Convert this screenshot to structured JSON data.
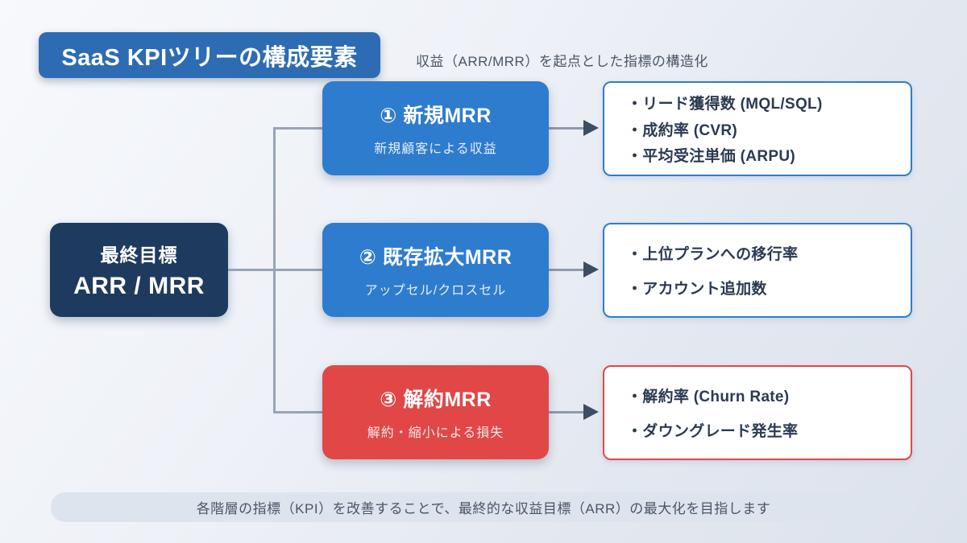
{
  "header": {
    "title": "SaaS KPIツリーの構成要素",
    "subtitle": "収益（ARR/MRR）を起点とした指標の構造化"
  },
  "goal": {
    "label": "最終目標",
    "value": "ARR / MRR"
  },
  "branches": [
    {
      "title": "① 新規MRR",
      "subtitle": "新規顧客による収益",
      "metrics": [
        "・リード獲得数 (MQL/SQL)",
        "・成約率 (CVR)",
        "・平均受注単価 (ARPU)"
      ]
    },
    {
      "title": "② 既存拡大MRR",
      "subtitle": "アップセル/クロスセル",
      "metrics": [
        "・上位プランへの移行率",
        "・アカウント追加数"
      ]
    },
    {
      "title": "③ 解約MRR",
      "subtitle": "解約・縮小による損失",
      "metrics": [
        "・解約率 (Churn Rate)",
        "・ダウングレード発生率"
      ]
    }
  ],
  "footer": {
    "note": "各階層の指標（KPI）を改善することで、最終的な収益目標（ARR）の最大化を目指します"
  },
  "colors": {
    "title_blue": "#2d6cb2",
    "accent_blue": "#2e7ccd",
    "navy": "#1e3a5f",
    "alert_red": "#e14747",
    "connector_gray": "#98a4b6",
    "arrow_dark": "#3d4d63",
    "text_dark": "#2b3a52"
  }
}
